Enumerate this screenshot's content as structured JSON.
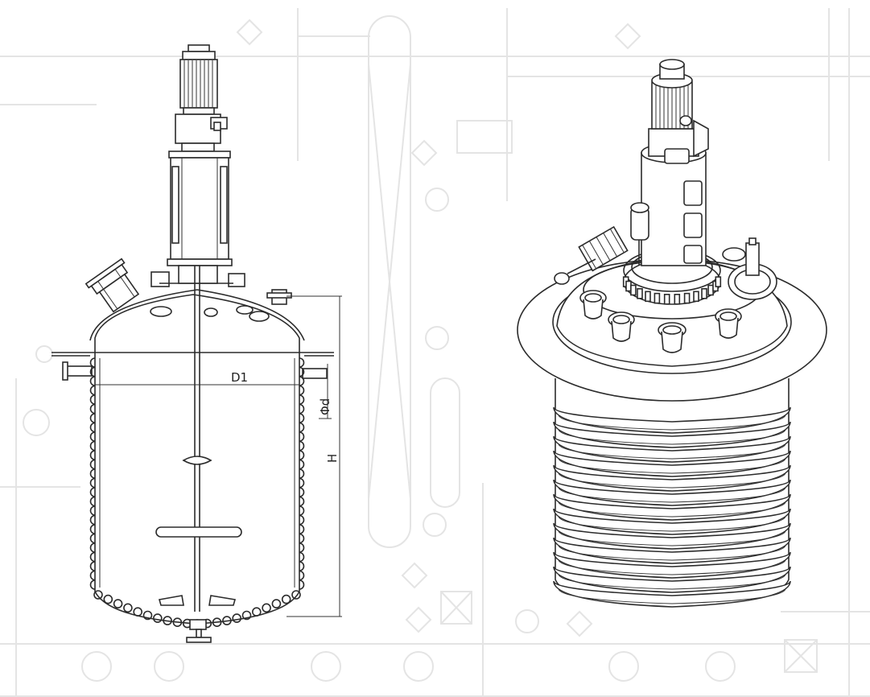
{
  "dimension_labels": {
    "diameter": "D1",
    "nozzle": "Φd",
    "height": "H"
  },
  "colors": {
    "line": "#2b2b2b",
    "background_schematic": "#e4e4e4",
    "paper": "#ffffff"
  }
}
